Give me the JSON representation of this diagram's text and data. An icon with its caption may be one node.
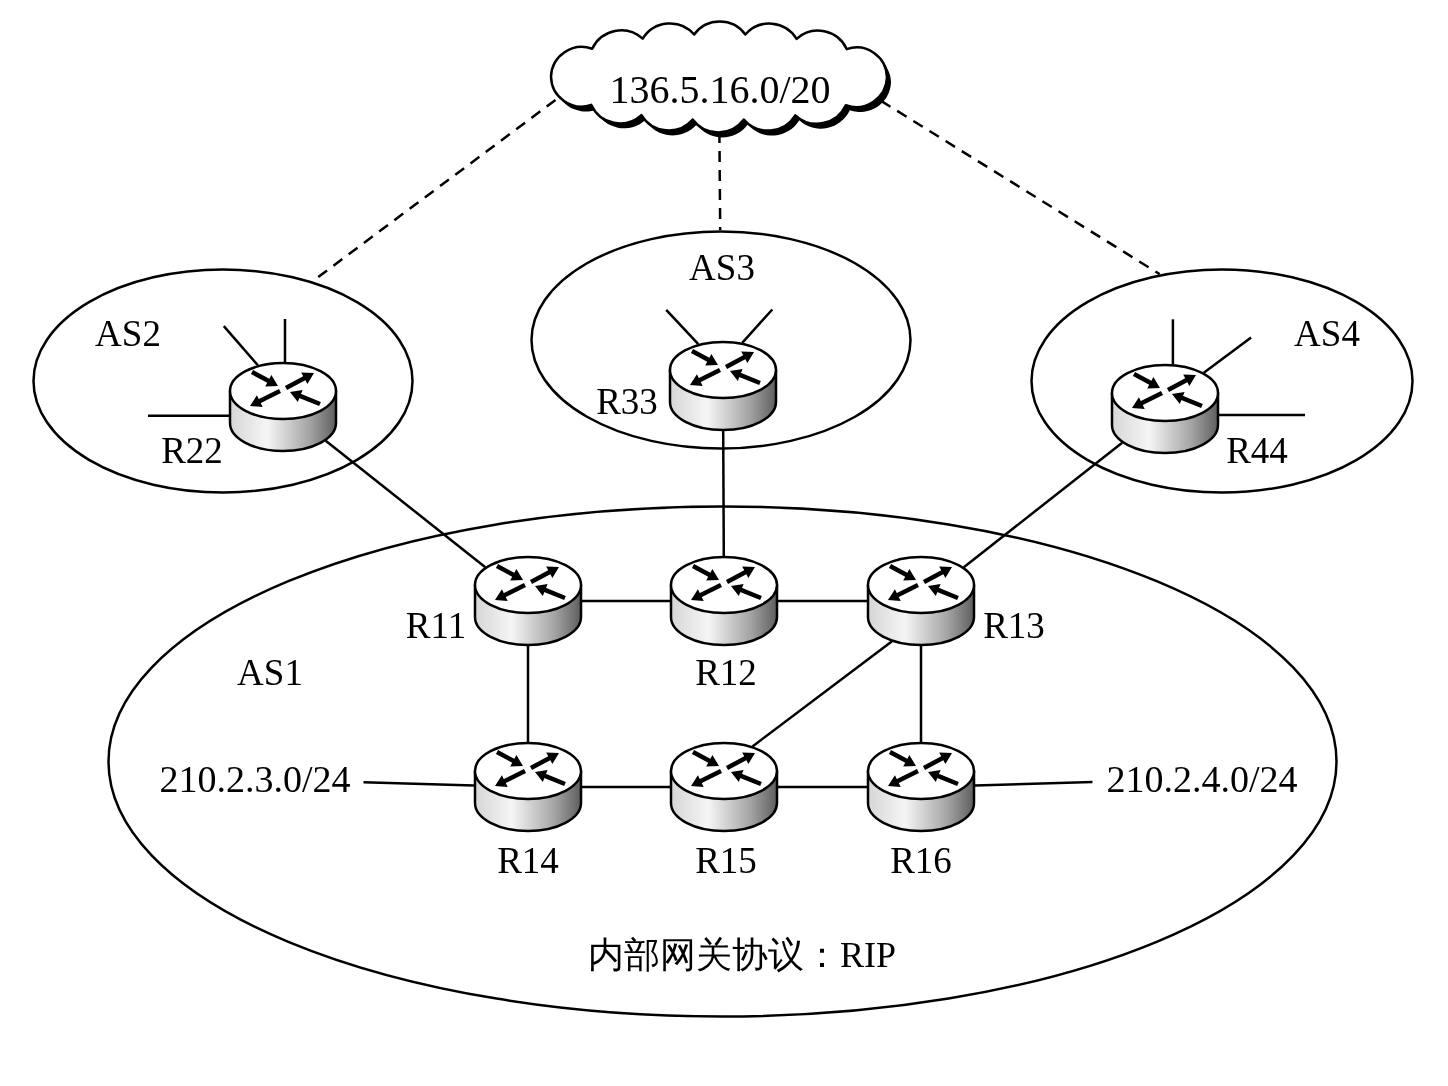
{
  "diagram": {
    "nodes": [
      {
        "text": [
          "136.5.16.0/20"
        ]
      },
      {
        "text": [
          "AS2"
        ]
      },
      {
        "text": [
          "R22"
        ],
        "in": 1
      },
      {
        "text": [
          "AS3"
        ]
      },
      {
        "text": [
          "R33"
        ],
        "in": 3
      },
      {
        "text": [
          "AS4"
        ]
      },
      {
        "text": [
          "R44"
        ],
        "in": 5
      },
      {
        "text": [
          "AS1",
          "内部网关协议：RIP"
        ]
      },
      {
        "text": [
          "R11"
        ],
        "in": 7
      },
      {
        "text": [
          "R12"
        ],
        "in": 7
      },
      {
        "text": [
          "R13"
        ],
        "in": 7
      },
      {
        "text": [
          "R14"
        ],
        "in": 7
      },
      {
        "text": [
          "R15"
        ],
        "in": 7
      },
      {
        "text": [
          "R16"
        ],
        "in": 7
      },
      {
        "text": [
          "210.2.3.0/24"
        ],
        "in": 7
      },
      {
        "text": [
          "210.2.4.0/24"
        ],
        "in": 7
      }
    ],
    "edges": [
      {
        "from": 0,
        "to": 1,
        "arrow": "none",
        "style": "dashed"
      },
      {
        "from": 0,
        "to": 3,
        "arrow": "none",
        "style": "dashed"
      },
      {
        "from": 0,
        "to": 5,
        "arrow": "none",
        "style": "dashed"
      },
      {
        "from": 2,
        "to": 8,
        "arrow": "none"
      },
      {
        "from": 4,
        "to": 9,
        "arrow": "none"
      },
      {
        "from": 6,
        "to": 10,
        "arrow": "none"
      },
      {
        "from": 8,
        "to": 9,
        "arrow": "none"
      },
      {
        "from": 9,
        "to": 10,
        "arrow": "none"
      },
      {
        "from": 8,
        "to": 11,
        "arrow": "none"
      },
      {
        "from": 10,
        "to": 13,
        "arrow": "none"
      },
      {
        "from": 10,
        "to": 12,
        "arrow": "none"
      },
      {
        "from": 11,
        "to": 12,
        "arrow": "none"
      },
      {
        "from": 12,
        "to": 13,
        "arrow": "none"
      },
      {
        "from": 14,
        "to": 11,
        "arrow": "none"
      },
      {
        "from": 13,
        "to": 15,
        "arrow": "none"
      },
      {
        "from": 2,
        "to": null,
        "arrow": "none"
      },
      {
        "from": 2,
        "to": null,
        "arrow": "none"
      },
      {
        "from": 2,
        "to": null,
        "arrow": "none"
      },
      {
        "from": 4,
        "to": null,
        "arrow": "none"
      },
      {
        "from": 4,
        "to": null,
        "arrow": "none"
      },
      {
        "from": 6,
        "to": null,
        "arrow": "none"
      },
      {
        "from": 6,
        "to": null,
        "arrow": "none"
      },
      {
        "from": 6,
        "to": null,
        "arrow": "none"
      }
    ]
  }
}
